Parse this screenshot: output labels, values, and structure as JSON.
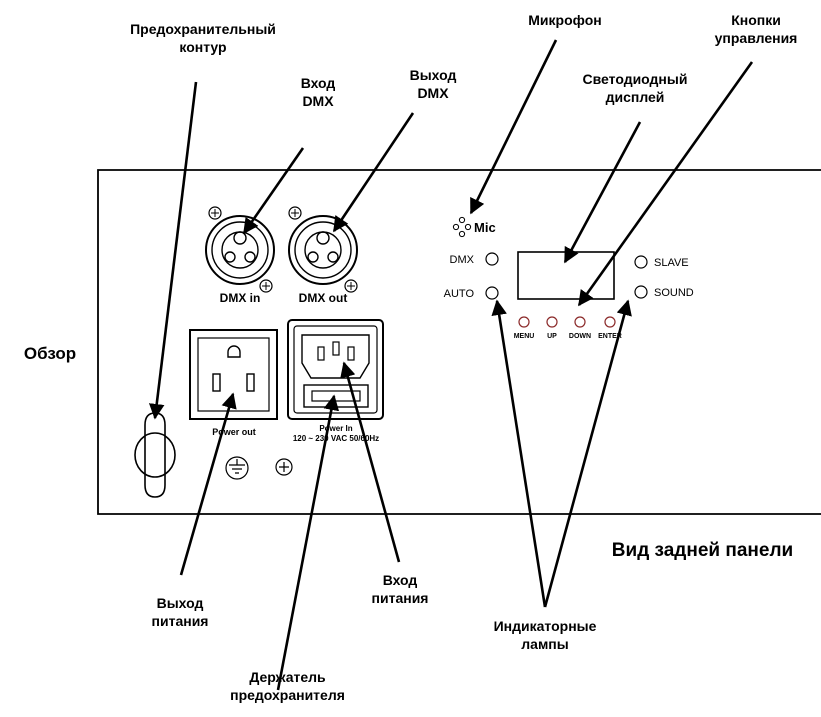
{
  "callouts": {
    "fuse_circuit": [
      "Предохранительный",
      "контур"
    ],
    "dmx_input": [
      "Вход",
      "DMX"
    ],
    "dmx_output": [
      "Выход",
      "DMX"
    ],
    "microphone": "Микрофон",
    "control_buttons": [
      "Кнопки",
      "управления"
    ],
    "led_display": [
      "Светодиодный",
      "дисплей"
    ],
    "overview": "Обзор",
    "rear_panel_view": "Вид задней панели",
    "power_output": [
      "Выход",
      "питания"
    ],
    "power_input": [
      "Вход",
      "питания"
    ],
    "indicator_lamps": [
      "Индикаторные",
      "лампы"
    ],
    "fuse_holder": [
      "Держатель",
      "предохранителя"
    ]
  },
  "panel": {
    "dmx_in": "DMX in",
    "dmx_out": "DMX out",
    "power_out": "Power out",
    "power_in": "Power In",
    "power_in_rating": "120 ~ 230 VAC 50/60Hz",
    "mic": "Mic",
    "mode_dmx": "DMX",
    "mode_auto": "AUTO",
    "mode_slave": "SLAVE",
    "mode_sound": "SOUND",
    "btn_menu": "MENU",
    "btn_up": "UP",
    "btn_down": "DOWN",
    "btn_enter": "ENTER"
  }
}
